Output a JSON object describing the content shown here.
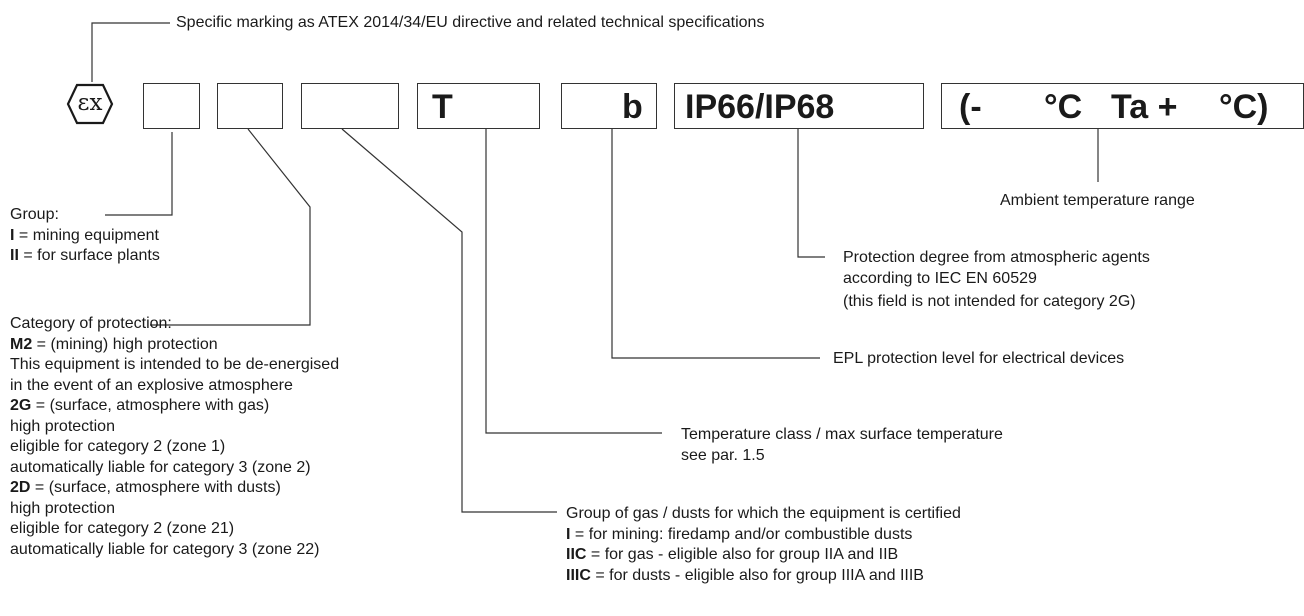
{
  "header": {
    "directive_text": "Specific marking as ATEX 2014/34/EU directive and related technical specifications"
  },
  "marking": {
    "symbol": "εx",
    "temperature_field": "T",
    "epl_field": "b",
    "ip_field": "IP66/IP68",
    "ambient_field": {
      "open": "(-",
      "celsius_1": "°C",
      "ta_plus": "Ta +",
      "celsius_close": "°C)"
    }
  },
  "annotations": {
    "ambient": "Ambient temperature range",
    "group": {
      "title": "Group:",
      "items": [
        {
          "code": "I",
          "text": " = mining equipment"
        },
        {
          "code": "II",
          "text": " =  for surface plants"
        }
      ]
    },
    "protection_degree": {
      "lines": [
        "Protection degree from atmospheric agents",
        "according to IEC EN 60529",
        "(this field is not intended for category 2G)"
      ]
    },
    "category": {
      "title": "Category of protection:",
      "m2": {
        "code": "M2",
        "text": " = (mining) high protection",
        "lines": [
          "This equipment is intended to be de-energised",
          "in the event of an explosive atmosphere"
        ]
      },
      "g2": {
        "code": "2G",
        "text": " = (surface, atmosphere with gas)",
        "lines": [
          "high protection",
          "eligible for category 2 (zone 1)",
          "automatically liable for category 3 (zone 2)"
        ]
      },
      "d2": {
        "code": "2D",
        "text": " = (surface, atmosphere with dusts)",
        "lines": [
          "high protection",
          "eligible for category 2 (zone 21)",
          "automatically liable for category 3 (zone 22)"
        ]
      }
    },
    "epl": "EPL protection level for electrical devices",
    "temperature_class": {
      "lines": [
        "Temperature class / max surface temperature",
        "see par. 1.5"
      ]
    },
    "gas_group": {
      "title": "Group of gas / dusts for which the equipment is certified",
      "items": [
        {
          "code": "I",
          "text": " = for mining: firedamp and/or combustible dusts"
        },
        {
          "code": "IIC",
          "text": " =  for gas - eligible also for group IIA and IIB"
        },
        {
          "code": "IIIC",
          "text": " = for dusts - eligible also for group IIIA and IIIB"
        }
      ]
    }
  }
}
